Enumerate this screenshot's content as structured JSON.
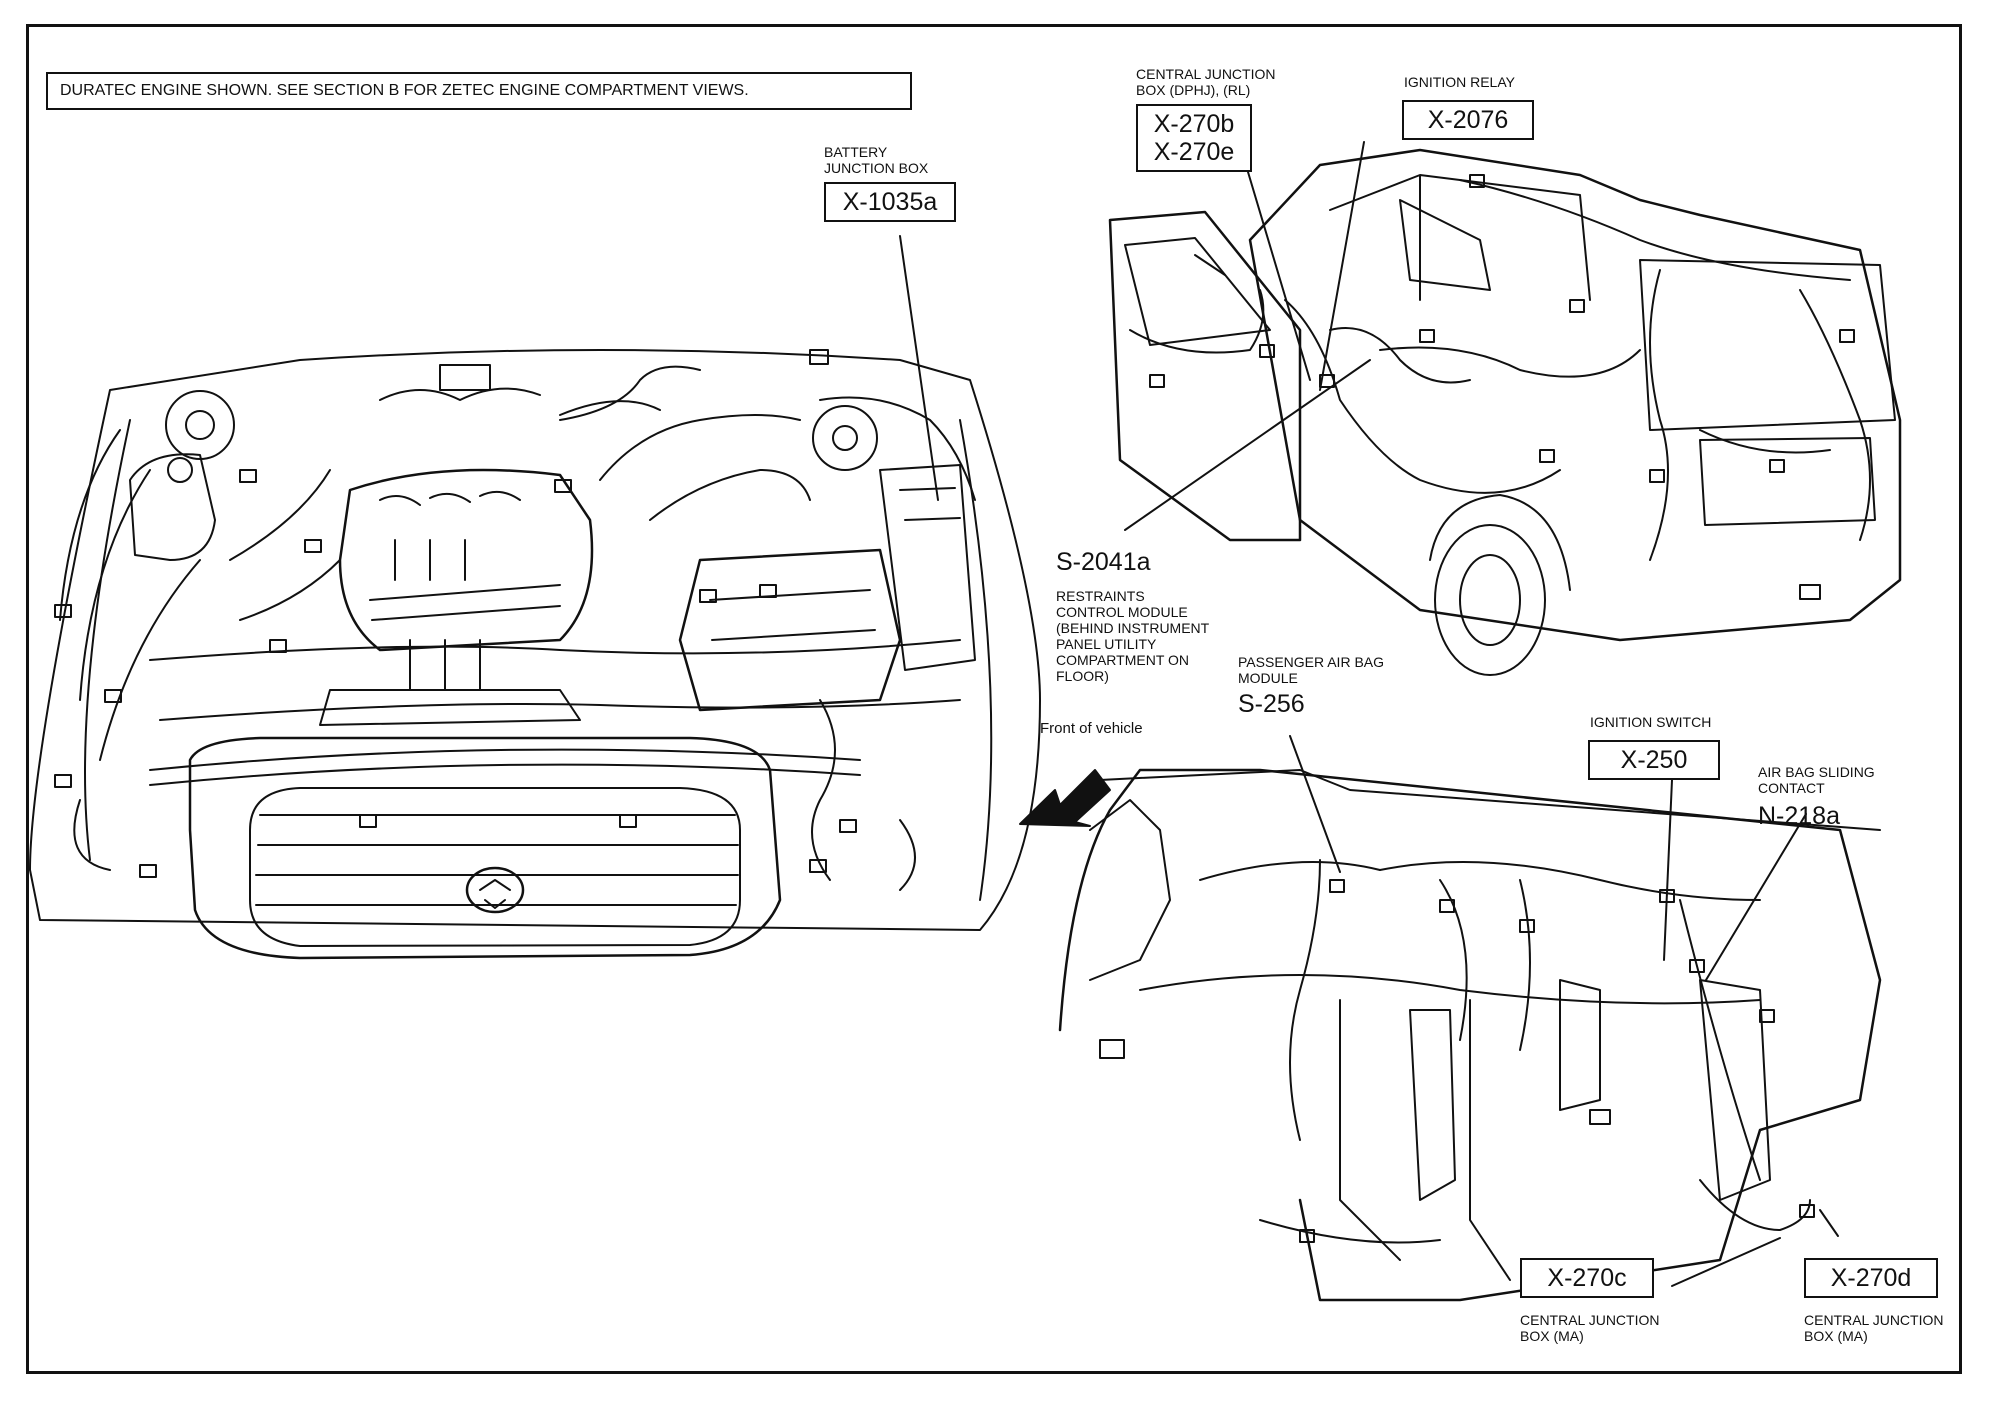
{
  "note": "DURATEC ENGINE SHOWN. SEE SECTION B FOR ZETEC ENGINE COMPARTMENT VIEWS.",
  "battery": {
    "desc_1": "BATTERY",
    "desc_2": "JUNCTION BOX",
    "code": "X-1035a"
  },
  "cjb_top": {
    "desc_1": "CENTRAL JUNCTION",
    "desc_2": "BOX (DPHJ), (RL)",
    "code_1": "X-270b",
    "code_2": "X-270e"
  },
  "ignition_relay": {
    "desc": "IGNITION RELAY",
    "code": "X-2076"
  },
  "restraints": {
    "code": "S-2041a",
    "lines": [
      "RESTRAINTS",
      "CONTROL MODULE",
      "(BEHIND INSTRUMENT",
      "PANEL UTILITY",
      "COMPARTMENT ON",
      "FLOOR)"
    ]
  },
  "passenger_airbag": {
    "desc_1": "PASSENGER AIR BAG",
    "desc_2": "MODULE",
    "code": "S-256"
  },
  "front_of_vehicle": "Front of vehicle",
  "ignition_switch": {
    "desc": "IGNITION SWITCH",
    "code": "X-250"
  },
  "airbag_contact": {
    "desc_1": "AIR BAG SLIDING",
    "desc_2": "CONTACT",
    "code": "N-218a"
  },
  "cjb_c": {
    "code": "X-270c",
    "desc_1": "CENTRAL JUNCTION",
    "desc_2": "BOX (MA)"
  },
  "cjb_d": {
    "code": "X-270d",
    "desc_1": "CENTRAL JUNCTION",
    "desc_2": "BOX (MA)"
  },
  "colors": {
    "ink": "#111111",
    "paper": "#ffffff"
  }
}
